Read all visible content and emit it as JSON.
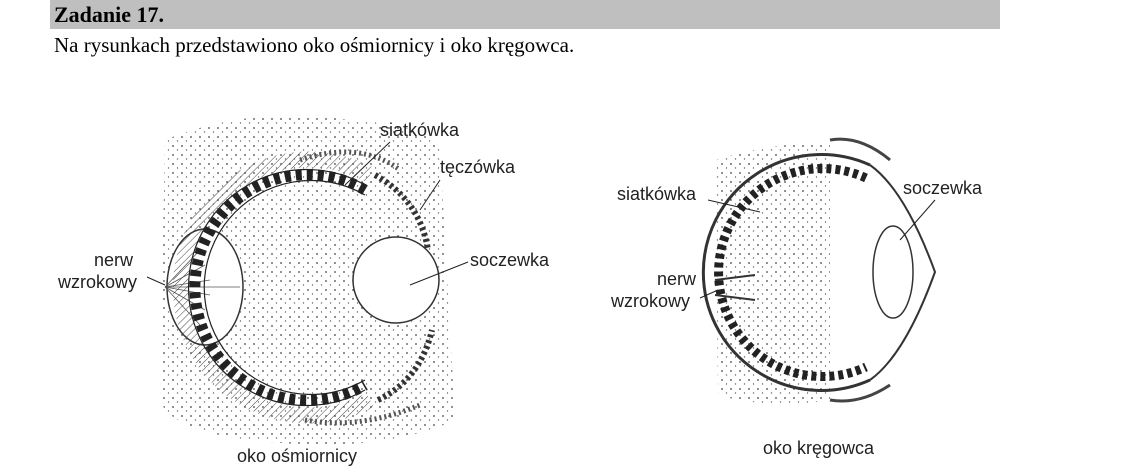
{
  "header": {
    "title": "Zadanie 17."
  },
  "intro_text": "Na rysunkach przedstawiono oko ośmiornicy i oko kręgowca.",
  "octopus": {
    "caption": "oko ośmiornicy",
    "labels": {
      "retina": "siatkówka",
      "iris": "tęczówka",
      "lens": "soczewka",
      "nerve_line1": "nerw",
      "nerve_line2": "wzrokowy"
    }
  },
  "vertebrate": {
    "caption": "oko kręgowca",
    "labels": {
      "retina": "siatkówka",
      "lens": "soczewka",
      "nerve_line1": "nerw",
      "nerve_line2": "wzrokowy"
    }
  },
  "colors": {
    "header_bg": "#bfbfbf",
    "ink": "#222222"
  }
}
